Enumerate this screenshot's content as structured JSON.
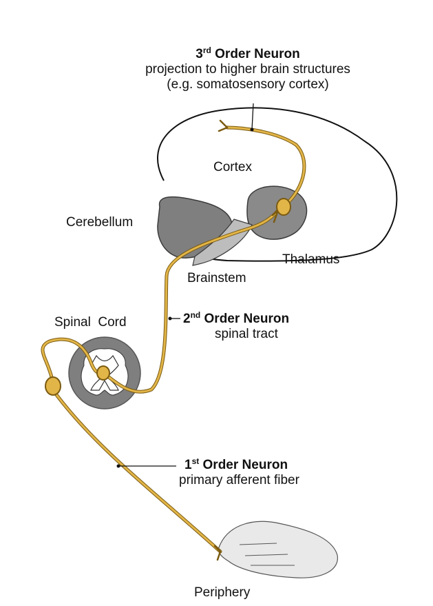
{
  "colors": {
    "background": "#ffffff",
    "neuron_fill": "#e2b548",
    "neuron_edge": "#7a5a10",
    "gray_matter": "#7f7f7f",
    "ink": "#111111"
  },
  "labels": {
    "third_order": {
      "ordinal_number": "3",
      "ordinal_suffix": "rd",
      "title": "Order Neuron",
      "line1": "projection to higher brain structures",
      "line2": "(e.g. somatosensory cortex)"
    },
    "cortex": "Cortex",
    "cerebellum": "Cerebellum",
    "thalamus": "Thalamus",
    "brainstem": "Brainstem",
    "spinal_cord": "Spinal  Cord",
    "second_order": {
      "ordinal_number": "2",
      "ordinal_suffix": "nd",
      "title": "Order Neuron",
      "subtitle": "spinal tract"
    },
    "first_order": {
      "ordinal_number": "1",
      "ordinal_suffix": "st",
      "title": "Order Neuron",
      "subtitle": "primary afferent fiber"
    },
    "periphery": "Periphery"
  }
}
